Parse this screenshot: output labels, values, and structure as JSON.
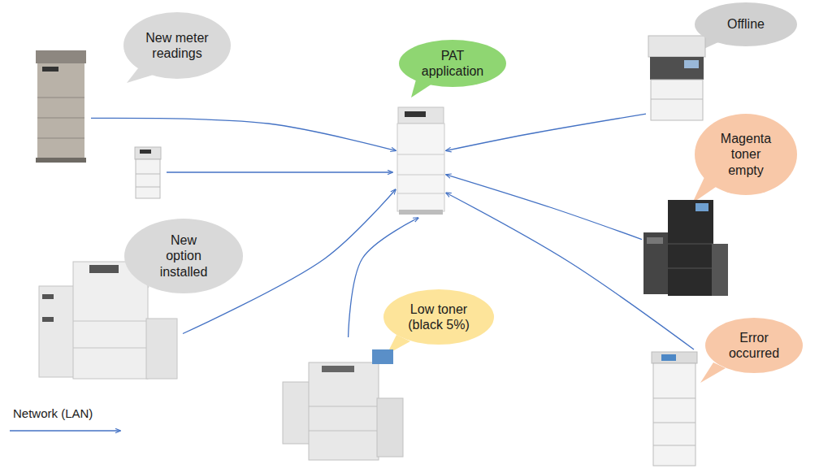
{
  "diagram": {
    "nodes": [
      {
        "text": [
          "New meter readings"
        ]
      },
      {
        "text": [
          "PAT application"
        ]
      },
      {
        "text": [
          "Offline"
        ]
      },
      {
        "text": [
          "Magenta toner empty"
        ]
      },
      {
        "text": [
          "New option installed"
        ]
      },
      {
        "text": [
          "Low toner (black 5%)"
        ]
      },
      {
        "text": [
          "Error occurred"
        ]
      }
    ],
    "edges": [
      {
        "from": 0,
        "to": 1,
        "arrow": "to"
      },
      {
        "from": 4,
        "to": 1,
        "arrow": "to"
      },
      {
        "from": 5,
        "to": 1,
        "arrow": "to"
      },
      {
        "from": 2,
        "to": 1,
        "arrow": "to"
      },
      {
        "from": 3,
        "to": 1,
        "arrow": "to"
      },
      {
        "from": 6,
        "to": 1,
        "arrow": "to"
      }
    ],
    "legend": [
      {
        "text": "Network (LAN)"
      }
    ]
  }
}
